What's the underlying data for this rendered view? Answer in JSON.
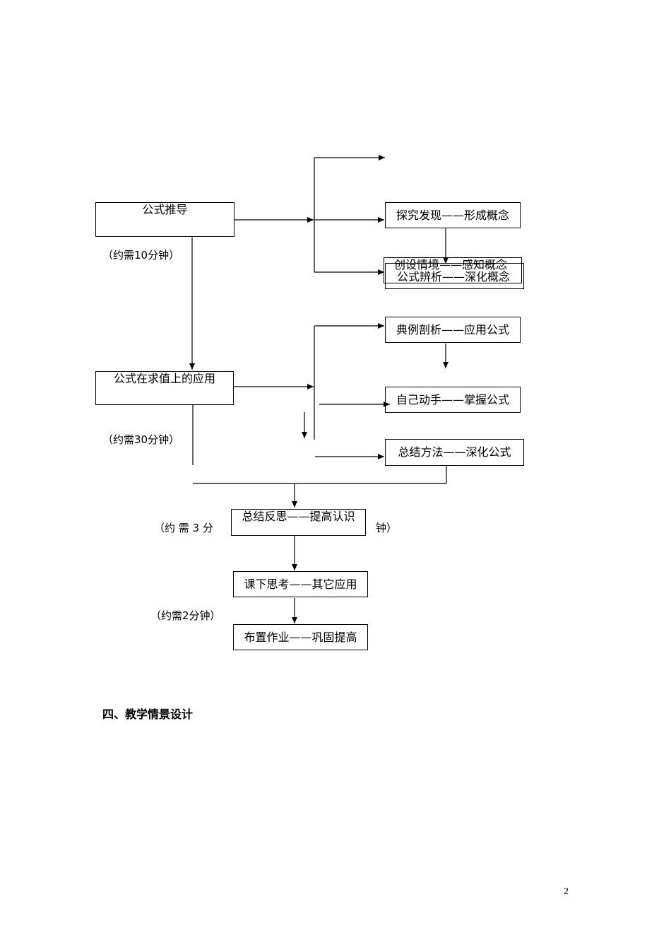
{
  "flowchart": {
    "box_formula_derivation": "公式推导",
    "time_10min": "（约需10分钟）",
    "box_explore": "探究发现——形成概念",
    "box_create_situation": "创设情境——感知概念",
    "box_formula_discrimination": "公式辨析——深化概念",
    "box_example_analysis": "典例剖析——应用公式",
    "box_formula_application": "公式在求值上的应用",
    "box_hands_on": "自己动手——掌握公式",
    "time_30min": "（约需30分钟）",
    "box_summary_method": "总结方法——深化公式",
    "time_3min_left": "（约 需 3 分",
    "time_3min_right": "钟）",
    "box_reflection": "总结反思——提高认识",
    "box_after_class": "课下思考——其它应用",
    "time_2min": "（约需2分钟）",
    "box_homework": "布置作业——巩固提高"
  },
  "section_heading": "四、教学情景设计",
  "page_number": "2"
}
